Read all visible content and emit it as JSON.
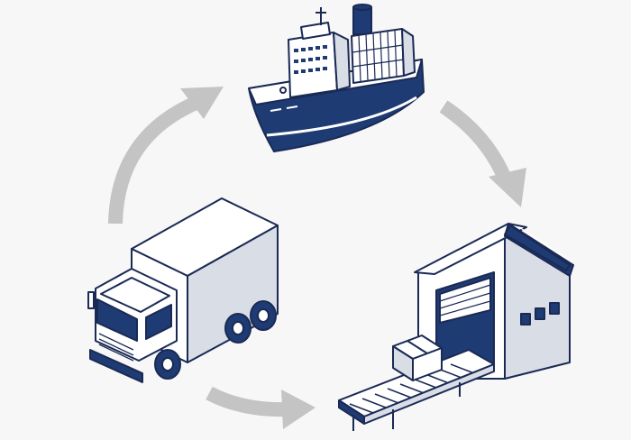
{
  "diagram": {
    "nodes": [
      {
        "id": "ship",
        "icon": "cargo-ship-icon"
      },
      {
        "id": "warehouse",
        "icon": "warehouse-icon"
      },
      {
        "id": "conveyor",
        "icon": "conveyor-belt-icon"
      },
      {
        "id": "package",
        "icon": "package-box-icon"
      },
      {
        "id": "truck",
        "icon": "delivery-truck-icon"
      }
    ],
    "flow": [
      "truck",
      "ship",
      "warehouse",
      "truck"
    ],
    "colors": {
      "background": "#f7f7f7",
      "navy": "#1f3b73",
      "outline": "#1a2a55",
      "arrow": "#c4c4c4",
      "light_fill": "#ffffff",
      "shade": "#d9dde6"
    }
  }
}
